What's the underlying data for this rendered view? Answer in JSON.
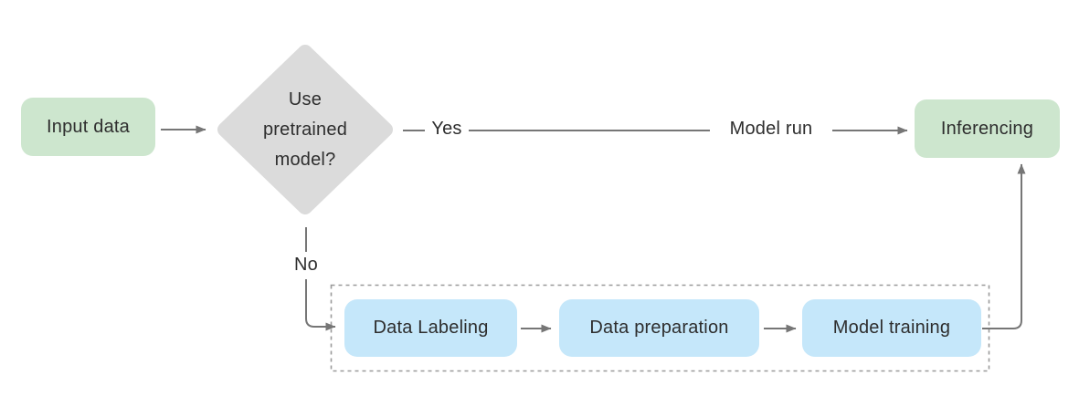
{
  "canvas": {
    "background": "#ffffff"
  },
  "colors": {
    "node_green": "#cde6ce",
    "node_blue": "#c5e7fa",
    "diamond_gray": "#dbdbdb",
    "connector_gray": "#767676",
    "dotted_border_gray": "#9a9a9a",
    "text": "#2e2e2e"
  },
  "nodes": {
    "input_data": {
      "label": "Input data"
    },
    "decision": {
      "label": "Use pretrained model?",
      "lines": [
        "Use",
        "pretrained",
        "model?"
      ]
    },
    "inferencing": {
      "label": "Inferencing"
    },
    "data_labeling": {
      "label": "Data Labeling"
    },
    "data_preparation": {
      "label": "Data preparation"
    },
    "model_training": {
      "label": "Model training"
    }
  },
  "edge_labels": {
    "yes": "Yes",
    "no": "No",
    "model_run": "Model run"
  },
  "edges": [
    {
      "from": "Input data",
      "to": "Use pretrained model?",
      "label": ""
    },
    {
      "from": "Use pretrained model?",
      "to": "Inferencing",
      "label": "Yes / Model run"
    },
    {
      "from": "Use pretrained model?",
      "to": "Data Labeling",
      "label": "No"
    },
    {
      "from": "Data Labeling",
      "to": "Data preparation",
      "label": ""
    },
    {
      "from": "Data preparation",
      "to": "Model training",
      "label": ""
    },
    {
      "from": "Model training",
      "to": "Inferencing",
      "label": ""
    }
  ]
}
